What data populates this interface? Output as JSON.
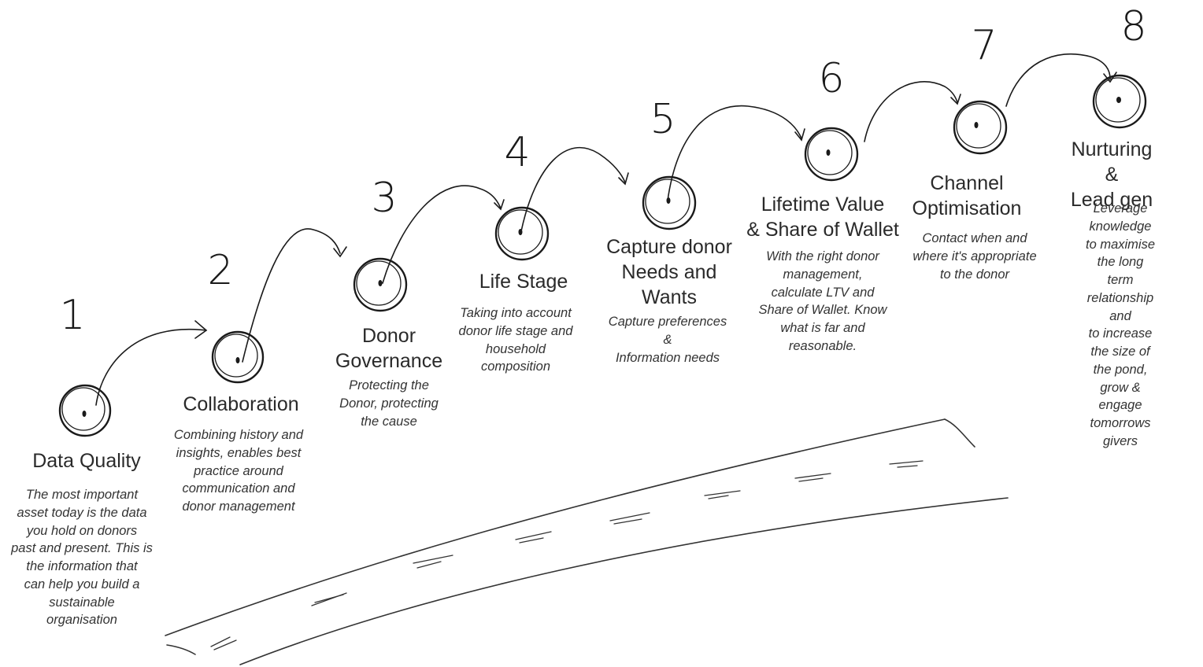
{
  "steps": [
    {
      "number": "1",
      "title": "Data Quality",
      "description": "The most important\nasset today is the data\nyou hold on donors\npast and present. This is\nthe information that\ncan help you build a\nsustainable\norganisation"
    },
    {
      "number": "2",
      "title": "Collaboration",
      "description": "Combining history and\ninsights, enables best\npractice around\ncommunication and\ndonor management"
    },
    {
      "number": "3",
      "title": "Donor\nGovernance",
      "description": "Protecting the\nDonor, protecting\nthe cause"
    },
    {
      "number": "4",
      "title": "Life Stage",
      "description": "Taking into account\ndonor life stage and\nhousehold\ncomposition"
    },
    {
      "number": "5",
      "title": "Capture donor\nNeeds and\nWants",
      "description": "Capture preferences\n&\nInformation needs"
    },
    {
      "number": "6",
      "title": "Lifetime Value\n& Share of Wallet",
      "description": "With the right donor\nmanagement,\ncalculate LTV and\nShare of Wallet. Know\nwhat is far and\nreasonable."
    },
    {
      "number": "7",
      "title": "Channel\nOptimisation",
      "description": "Contact when and\nwhere it's appropriate\nto the donor"
    },
    {
      "number": "8",
      "title": "Nurturing &\nLead gen",
      "description": "Leverage knowledge\nto maximise the long\nterm relationship and\nto increase the size of\nthe pond, grow &\nengage tomorrows\ngivers"
    }
  ],
  "colors": {
    "ink": "#1a1a1a",
    "text": "#2a2a2a"
  }
}
